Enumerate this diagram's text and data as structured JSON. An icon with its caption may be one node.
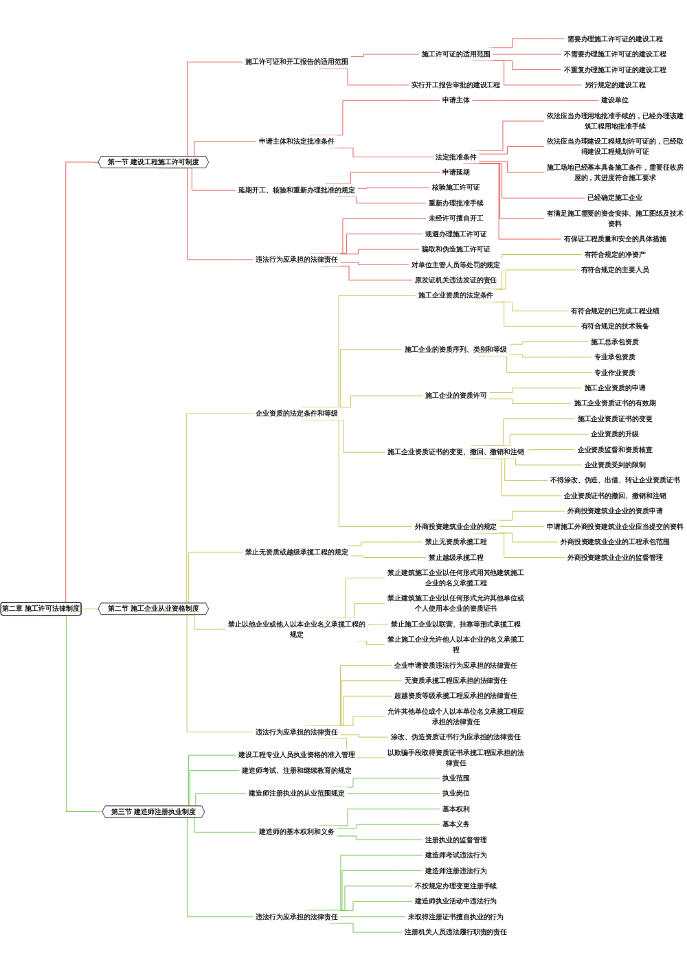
{
  "diagram": {
    "nodes": [
      {
        "text": [
          "第二章 施工许可法律制度"
        ]
      },
      {
        "text": [
          "第一节 建设工程施工许可制度"
        ]
      },
      {
        "text": [
          "施工许可证和开工报告的适用范围"
        ]
      },
      {
        "text": [
          "施工许可证的适用范围"
        ]
      },
      {
        "text": [
          "需要办理施工许可证的建设工程"
        ]
      },
      {
        "text": [
          "不需要办理施工许可证的建设工程"
        ]
      },
      {
        "text": [
          "不重复办理施工许可证的建设工程"
        ]
      },
      {
        "text": [
          "另行规定的建设工程"
        ]
      },
      {
        "text": [
          "实行开工报告审批的建设工程"
        ]
      },
      {
        "text": [
          "申请主体和法定批准条件"
        ]
      },
      {
        "text": [
          "申请主体"
        ]
      },
      {
        "text": [
          "建设单位"
        ]
      },
      {
        "text": [
          "法定批准条件"
        ]
      },
      {
        "text": [
          "依法应当办理用地批准手续的，已经办理该建筑工程用地批准手续"
        ]
      },
      {
        "text": [
          "依法应当办理建设工程规划许可证的，已经取得建设工程规划许可证"
        ]
      },
      {
        "text": [
          "施工场地已经基本具备施工条件，需要征收房屋的，其进度符合施工要求"
        ]
      },
      {
        "text": [
          "已经确定施工企业"
        ]
      },
      {
        "text": [
          "有满足施工需要的资金安排、施工图纸及技术资料"
        ]
      },
      {
        "text": [
          "有保证工程质量和安全的具体措施"
        ]
      },
      {
        "text": [
          "延期开工、核验和重新办理批准的规定"
        ]
      },
      {
        "text": [
          "申请延期"
        ]
      },
      {
        "text": [
          "核验施工许可证"
        ]
      },
      {
        "text": [
          "重新办理批准手续"
        ]
      },
      {
        "text": [
          "违法行为应承担的法律责任"
        ]
      },
      {
        "text": [
          "未经许可擅自开工"
        ]
      },
      {
        "text": [
          "规避办理施工许可证"
        ]
      },
      {
        "text": [
          "骗取和伪造施工许可证"
        ]
      },
      {
        "text": [
          "对单位主管人员等处罚的规定"
        ]
      },
      {
        "text": [
          "原发证机关违法发证的责任"
        ]
      },
      {
        "text": [
          "第二节 施工企业从业资格制度"
        ]
      },
      {
        "text": [
          "企业资质的法定条件和等级"
        ]
      },
      {
        "text": [
          "施工企业资质的法定条件"
        ]
      },
      {
        "text": [
          "有符合规定的净资产"
        ]
      },
      {
        "text": [
          "有符合规定的主要人员"
        ]
      },
      {
        "text": [
          "有符合规定的已完成工程业绩"
        ]
      },
      {
        "text": [
          "有符合规定的技术装备"
        ]
      },
      {
        "text": [
          "施工企业的资质序列、类别和等级"
        ]
      },
      {
        "text": [
          "施工总承包资质"
        ]
      },
      {
        "text": [
          "专业承包资质"
        ]
      },
      {
        "text": [
          "专业作业资质"
        ]
      },
      {
        "text": [
          "施工企业的资质许可"
        ]
      },
      {
        "text": [
          "施工企业资质的申请"
        ]
      },
      {
        "text": [
          "施工企业资质证书的有效期"
        ]
      },
      {
        "text": [
          "施工企业资质证书的变更、撤回、撤销和注销"
        ]
      },
      {
        "text": [
          "施工企业资质证书的变更"
        ]
      },
      {
        "text": [
          "企业资质的升级"
        ]
      },
      {
        "text": [
          "企业资质监督和资质核查"
        ]
      },
      {
        "text": [
          "企业资质受到的限制"
        ]
      },
      {
        "text": [
          "不得涂改、伪造、出借、转让企业资质证书"
        ]
      },
      {
        "text": [
          "企业资质证书的撤回、撤销和注销"
        ]
      },
      {
        "text": [
          "外商投资建筑业企业的规定"
        ]
      },
      {
        "text": [
          "外商投资建筑业企业的资质申请"
        ]
      },
      {
        "text": [
          "申请施工外商投资建筑业企业应当提交的资料"
        ]
      },
      {
        "text": [
          "外商投资建筑业企业的工程承包范围"
        ]
      },
      {
        "text": [
          "外商投资建筑业企业的监督管理"
        ]
      },
      {
        "text": [
          "禁止无资质或越级承揽工程的规定"
        ]
      },
      {
        "text": [
          "禁止无资质承揽工程"
        ]
      },
      {
        "text": [
          "禁止越级承揽工程"
        ]
      },
      {
        "text": [
          "禁止以他企业或他人以本企业名义承揽工程的规定"
        ]
      },
      {
        "text": [
          "禁止建筑施工企业以任何形式用其他建筑施工企业的名义承揽工程"
        ]
      },
      {
        "text": [
          "禁止建筑施工企业以任何形式允许其他单位或个人使用本企业的资质证书"
        ]
      },
      {
        "text": [
          "禁止施工企业以联营、挂靠等形式承揽工程"
        ]
      },
      {
        "text": [
          "禁止施工企业允许他人以本企业的名义承揽工程"
        ]
      },
      {
        "text": [
          "违法行为应承担的法律责任"
        ]
      },
      {
        "text": [
          "企业申请资质违法行为应承担的法律责任"
        ]
      },
      {
        "text": [
          "无资质承揽工程应承担的法律责任"
        ]
      },
      {
        "text": [
          "超越资质等级承揽工程应承担的法律责任"
        ]
      },
      {
        "text": [
          "允许其他单位或个人以本单位名义承揽工程应承担的法律责任"
        ]
      },
      {
        "text": [
          "涂改、伪造资质证书行为应承担的法律责任"
        ]
      },
      {
        "text": [
          "以欺骗手段取得资质证书承揽工程应承担的法律责任"
        ]
      },
      {
        "text": [
          "第三节 建造师注册执业制度"
        ]
      },
      {
        "text": [
          "建设工程专业人员执业资格的准入管理"
        ]
      },
      {
        "text": [
          "建造师考试、注册和继续教育的规定"
        ]
      },
      {
        "text": [
          "建造师注册执业的从业范围规定"
        ]
      },
      {
        "text": [
          "执业范围"
        ]
      },
      {
        "text": [
          "执业岗位"
        ]
      },
      {
        "text": [
          "建造师的基本权利和义务"
        ]
      },
      {
        "text": [
          "基本权利"
        ]
      },
      {
        "text": [
          "基本义务"
        ]
      },
      {
        "text": [
          "注册执业的监督管理"
        ]
      },
      {
        "text": [
          "违法行为应承担的法律责任"
        ]
      },
      {
        "text": [
          "建造师考试违法行为"
        ]
      },
      {
        "text": [
          "建造师注册违法行为"
        ]
      },
      {
        "text": [
          "不按规定办理变更注册手续"
        ]
      },
      {
        "text": [
          "建造师执业活动中违法行为"
        ]
      },
      {
        "text": [
          "未取得注册证书擅自执业的行为"
        ]
      },
      {
        "text": [
          "注册机关人员违法履行职责的责任"
        ]
      }
    ],
    "edges": [
      {
        "from": 0,
        "to": 1,
        "arrow": "none",
        "color": "#e0574f"
      },
      {
        "from": 0,
        "to": 29,
        "arrow": "none"
      },
      {
        "from": 0,
        "to": 70,
        "arrow": "none",
        "color": "#6cc04a"
      },
      {
        "from": 1,
        "to": 2,
        "arrow": "none",
        "color": "#e0574f"
      },
      {
        "from": 2,
        "to": 3,
        "arrow": "none",
        "color": "#e0574f"
      },
      {
        "from": 3,
        "to": 4,
        "arrow": "none",
        "color": "#e0574f"
      },
      {
        "from": 3,
        "to": 5,
        "arrow": "none",
        "color": "#e0574f"
      },
      {
        "from": 3,
        "to": 6,
        "arrow": "none",
        "color": "#e0574f"
      },
      {
        "from": 3,
        "to": 7,
        "arrow": "none",
        "color": "#e0574f"
      },
      {
        "from": 2,
        "to": 8,
        "arrow": "none",
        "color": "#e0574f"
      },
      {
        "from": 1,
        "to": 9,
        "arrow": "none",
        "color": "#e0574f"
      },
      {
        "from": 9,
        "to": 10,
        "arrow": "none",
        "color": "#e0574f"
      },
      {
        "from": 10,
        "to": 11,
        "arrow": "none",
        "color": "#e0574f"
      },
      {
        "from": 9,
        "to": 12,
        "arrow": "none",
        "color": "#e0574f"
      },
      {
        "from": 12,
        "to": 13,
        "arrow": "none",
        "color": "#e0574f"
      },
      {
        "from": 12,
        "to": 14,
        "arrow": "none",
        "color": "#e0574f"
      },
      {
        "from": 12,
        "to": 15,
        "arrow": "none",
        "color": "#e0574f"
      },
      {
        "from": 12,
        "to": 16,
        "arrow": "none",
        "color": "#e0574f"
      },
      {
        "from": 12,
        "to": 17,
        "arrow": "none",
        "color": "#e0574f"
      },
      {
        "from": 12,
        "to": 18,
        "arrow": "none",
        "color": "#e0574f"
      },
      {
        "from": 1,
        "to": 19,
        "arrow": "none",
        "color": "#e0574f"
      },
      {
        "from": 19,
        "to": 20,
        "arrow": "none",
        "color": "#e0574f"
      },
      {
        "from": 19,
        "to": 21,
        "arrow": "none",
        "color": "#e0574f"
      },
      {
        "from": 19,
        "to": 22,
        "arrow": "none",
        "color": "#e0574f"
      },
      {
        "from": 1,
        "to": 23,
        "arrow": "none",
        "color": "#e0574f"
      },
      {
        "from": 23,
        "to": 24,
        "arrow": "none",
        "color": "#e0574f"
      },
      {
        "from": 23,
        "to": 25,
        "arrow": "none",
        "color": "#e0574f"
      },
      {
        "from": 23,
        "to": 26,
        "arrow": "none",
        "color": "#e0574f"
      },
      {
        "from": 23,
        "to": 27,
        "arrow": "none",
        "color": "#e0574f"
      },
      {
        "from": 23,
        "to": 28,
        "arrow": "none",
        "color": "#e0574f"
      },
      {
        "from": 29,
        "to": 30,
        "arrow": "none"
      },
      {
        "from": 30,
        "to": 31,
        "arrow": "none"
      },
      {
        "from": 31,
        "to": 32,
        "arrow": "none"
      },
      {
        "from": 31,
        "to": 33,
        "arrow": "none"
      },
      {
        "from": 31,
        "to": 34,
        "arrow": "none"
      },
      {
        "from": 31,
        "to": 35,
        "arrow": "none"
      },
      {
        "from": 30,
        "to": 36,
        "arrow": "none"
      },
      {
        "from": 36,
        "to": 37,
        "arrow": "none"
      },
      {
        "from": 36,
        "to": 38,
        "arrow": "none"
      },
      {
        "from": 36,
        "to": 39,
        "arrow": "none"
      },
      {
        "from": 30,
        "to": 40,
        "arrow": "none"
      },
      {
        "from": 40,
        "to": 41,
        "arrow": "none"
      },
      {
        "from": 40,
        "to": 42,
        "arrow": "none"
      },
      {
        "from": 30,
        "to": 43,
        "arrow": "none"
      },
      {
        "from": 43,
        "to": 44,
        "arrow": "none"
      },
      {
        "from": 43,
        "to": 45,
        "arrow": "none"
      },
      {
        "from": 43,
        "to": 46,
        "arrow": "none"
      },
      {
        "from": 43,
        "to": 47,
        "arrow": "none"
      },
      {
        "from": 43,
        "to": 48,
        "arrow": "none"
      },
      {
        "from": 43,
        "to": 49,
        "arrow": "none"
      },
      {
        "from": 30,
        "to": 50,
        "arrow": "none"
      },
      {
        "from": 50,
        "to": 51,
        "arrow": "none"
      },
      {
        "from": 50,
        "to": 52,
        "arrow": "none"
      },
      {
        "from": 50,
        "to": 53,
        "arrow": "none"
      },
      {
        "from": 50,
        "to": 54,
        "arrow": "none"
      },
      {
        "from": 29,
        "to": 55,
        "arrow": "none"
      },
      {
        "from": 55,
        "to": 56,
        "arrow": "none"
      },
      {
        "from": 55,
        "to": 57,
        "arrow": "none"
      },
      {
        "from": 29,
        "to": 58,
        "arrow": "none"
      },
      {
        "from": 58,
        "to": 59,
        "arrow": "none"
      },
      {
        "from": 58,
        "to": 60,
        "arrow": "none"
      },
      {
        "from": 58,
        "to": 61,
        "arrow": "none"
      },
      {
        "from": 58,
        "to": 62,
        "arrow": "none"
      },
      {
        "from": 29,
        "to": 63,
        "arrow": "none"
      },
      {
        "from": 63,
        "to": 64,
        "arrow": "none"
      },
      {
        "from": 63,
        "to": 65,
        "arrow": "none"
      },
      {
        "from": 63,
        "to": 66,
        "arrow": "none"
      },
      {
        "from": 63,
        "to": 67,
        "arrow": "none"
      },
      {
        "from": 63,
        "to": 68,
        "arrow": "none"
      },
      {
        "from": 63,
        "to": 69,
        "arrow": "none"
      },
      {
        "from": 70,
        "to": 71,
        "arrow": "none",
        "color": "#6cc04a"
      },
      {
        "from": 70,
        "to": 72,
        "arrow": "none",
        "color": "#6cc04a"
      },
      {
        "from": 70,
        "to": 73,
        "arrow": "none",
        "color": "#6cc04a"
      },
      {
        "from": 73,
        "to": 74,
        "arrow": "none",
        "color": "#6cc04a"
      },
      {
        "from": 73,
        "to": 75,
        "arrow": "none",
        "color": "#6cc04a"
      },
      {
        "from": 70,
        "to": 76,
        "arrow": "none",
        "color": "#6cc04a"
      },
      {
        "from": 76,
        "to": 77,
        "arrow": "none",
        "color": "#6cc04a"
      },
      {
        "from": 76,
        "to": 78,
        "arrow": "none",
        "color": "#6cc04a"
      },
      {
        "from": 76,
        "to": 79,
        "arrow": "none",
        "color": "#6cc04a"
      },
      {
        "from": 70,
        "to": 80,
        "arrow": "none",
        "color": "#6cc04a"
      },
      {
        "from": 80,
        "to": 81,
        "arrow": "none",
        "color": "#6cc04a"
      },
      {
        "from": 80,
        "to": 82,
        "arrow": "none",
        "color": "#6cc04a"
      },
      {
        "from": 80,
        "to": 83,
        "arrow": "none",
        "color": "#6cc04a"
      },
      {
        "from": 80,
        "to": 84,
        "arrow": "none",
        "color": "#6cc04a"
      },
      {
        "from": 80,
        "to": 85,
        "arrow": "none",
        "color": "#6cc04a"
      },
      {
        "from": 80,
        "to": 86,
        "arrow": "none",
        "color": "#6cc04a"
      }
    ]
  }
}
